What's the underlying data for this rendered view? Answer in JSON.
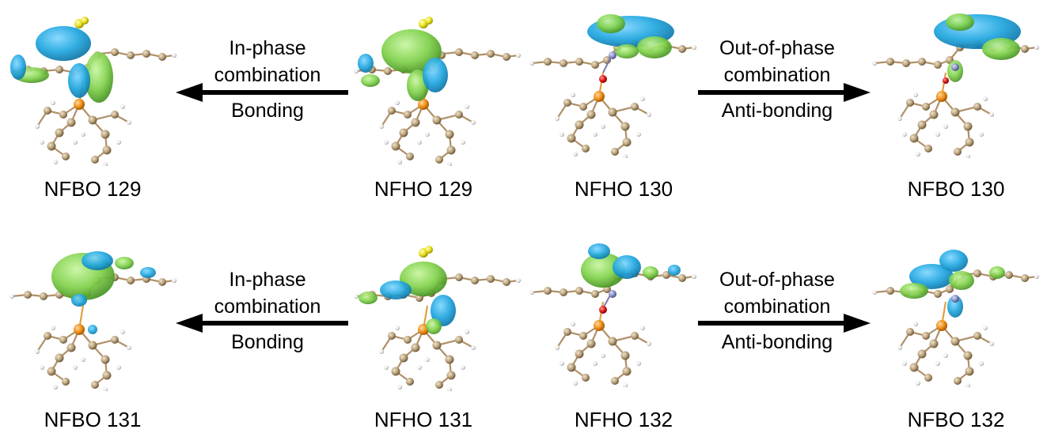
{
  "rows": [
    {
      "left_label": "NFBO 129",
      "center_left_label": "NFHO 129",
      "center_right_label": "NFHO 130",
      "right_label": "NFBO 130",
      "left_arrow": {
        "line1": "In-phase",
        "line2": "combination",
        "line3": "Bonding"
      },
      "right_arrow": {
        "line1": "Out-of-phase",
        "line2": "combination",
        "line3": "Anti-bonding"
      }
    },
    {
      "left_label": "NFBO 131",
      "center_left_label": "NFHO 131",
      "center_right_label": "NFHO 132",
      "right_label": "NFBO 132",
      "left_arrow": {
        "line1": "In-phase",
        "line2": "combination",
        "line3": "Bonding"
      },
      "right_arrow": {
        "line1": "Out-of-phase",
        "line2": "combination",
        "line3": "Anti-bonding"
      }
    }
  ],
  "colors": {
    "lobe_positive": "#1fa6e0",
    "lobe_negative": "#7fd14a",
    "carbon": "#b8a07a",
    "hydrogen": "#f2f2f2",
    "phosphorus": "#f0901a",
    "sulfur": "#e8e020",
    "oxygen": "#e01818",
    "nitrogen": "#8a8fc8"
  }
}
